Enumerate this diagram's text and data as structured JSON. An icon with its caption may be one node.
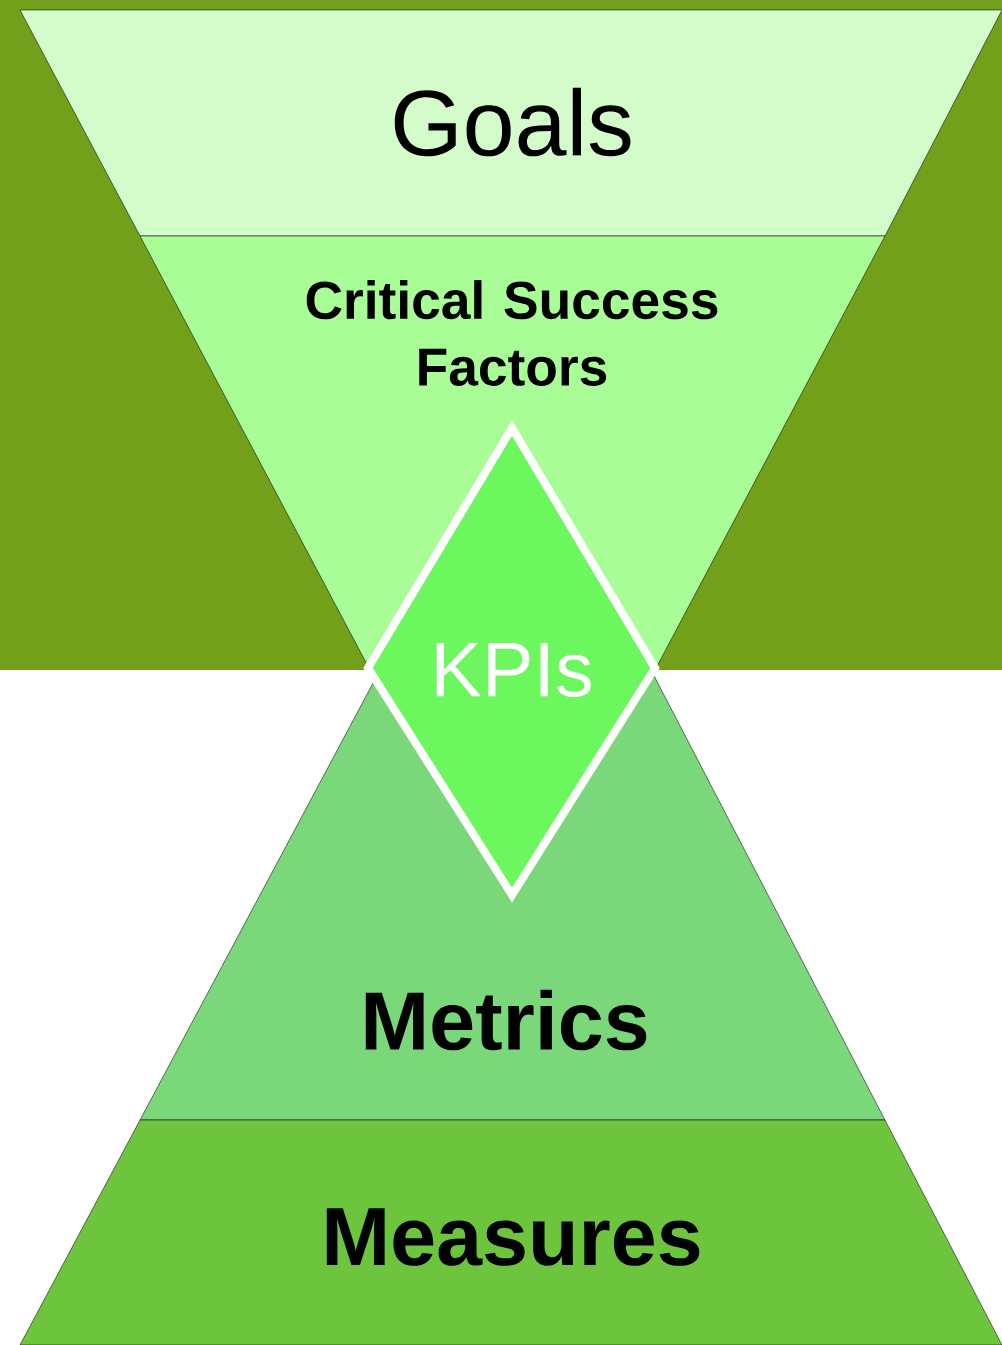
{
  "diagram": {
    "nodes": [
      {
        "text": [
          "Goals"
        ]
      },
      {
        "text": [
          "Critical Success Factors"
        ]
      },
      {
        "text": [
          "KPIs"
        ]
      },
      {
        "text": [
          "Metrics"
        ]
      },
      {
        "text": [
          "Measures"
        ]
      }
    ]
  }
}
